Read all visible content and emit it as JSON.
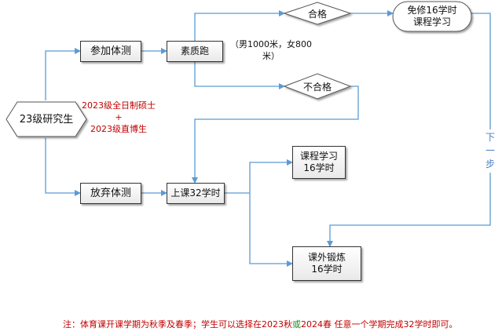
{
  "nodes": {
    "start": "23级研究生",
    "fitness_test": "参加体测",
    "quality_run": "素质跑",
    "run_standard": "（男1000米，女800米）",
    "pass": "合格",
    "fail": "不合格",
    "exempt": "免修16学时\n课程学习",
    "skip_test": "放弃体测",
    "class32": "上课32学时",
    "course16": "课程学习\n16学时",
    "outdoor16": "课外锻炼\n16学时"
  },
  "eligibility": {
    "line1": "2023级全日制硕士",
    "line2": "+",
    "line3": "2023级直博生"
  },
  "next_step": [
    "下",
    "一",
    "步"
  ],
  "note": {
    "part1": "注：体育课开课学期为秋季及春季；学生可以选择在2023秋",
    "or": "或",
    "part2": "2024春  任意一个学期完成32学时即可。"
  },
  "colors": {
    "connector": "#5b9bd5",
    "accent_red": "#c00000",
    "accent_green": "#1e8a1e"
  }
}
